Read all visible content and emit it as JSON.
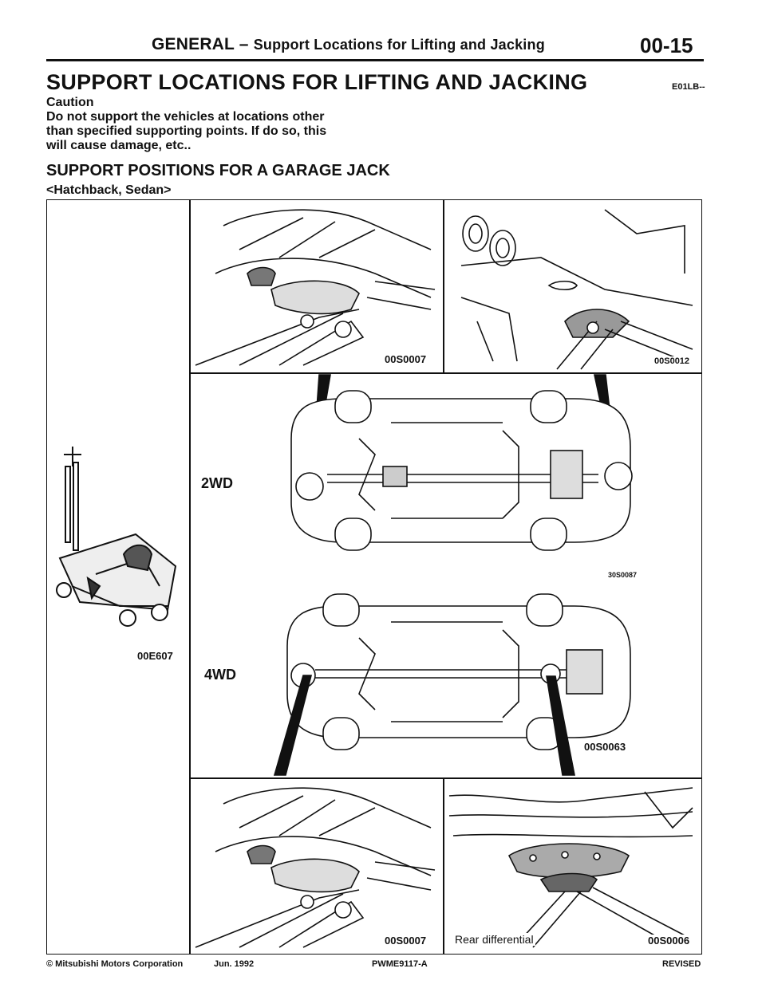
{
  "header": {
    "section": "GENERAL",
    "dash": "–",
    "subsection": "Support Locations for Lifting and Jacking",
    "page_number": "00-15"
  },
  "title": "SUPPORT LOCATIONS FOR LIFTING AND JACKING",
  "document_code": "E01LB--",
  "caution": {
    "heading": "Caution",
    "text": "Do not support the vehicles at locations other\nthan specified supporting points.  If do so, this\nwill cause damage, etc.."
  },
  "subheading": "SUPPORT POSITIONS FOR A GARAGE JACK",
  "variant": "<Hatchback, Sedan>",
  "figures": {
    "jack_code": "00E607",
    "front_top_code": "00S0007",
    "rear_top_code": "00S0012",
    "label_2wd": "2WD",
    "mid_code": "30S0087",
    "label_4wd": "4WD",
    "underbody_4wd_code": "00S0063",
    "front_bottom_code": "00S0007",
    "rear_diff_label": "Rear differential",
    "rear_bottom_code": "00S0006"
  },
  "footer": {
    "copyright": "© Mitsubishi Motors Corporation",
    "date": "Jun. 1992",
    "pub_code": "PWME9117-A",
    "status": "REVISED"
  }
}
